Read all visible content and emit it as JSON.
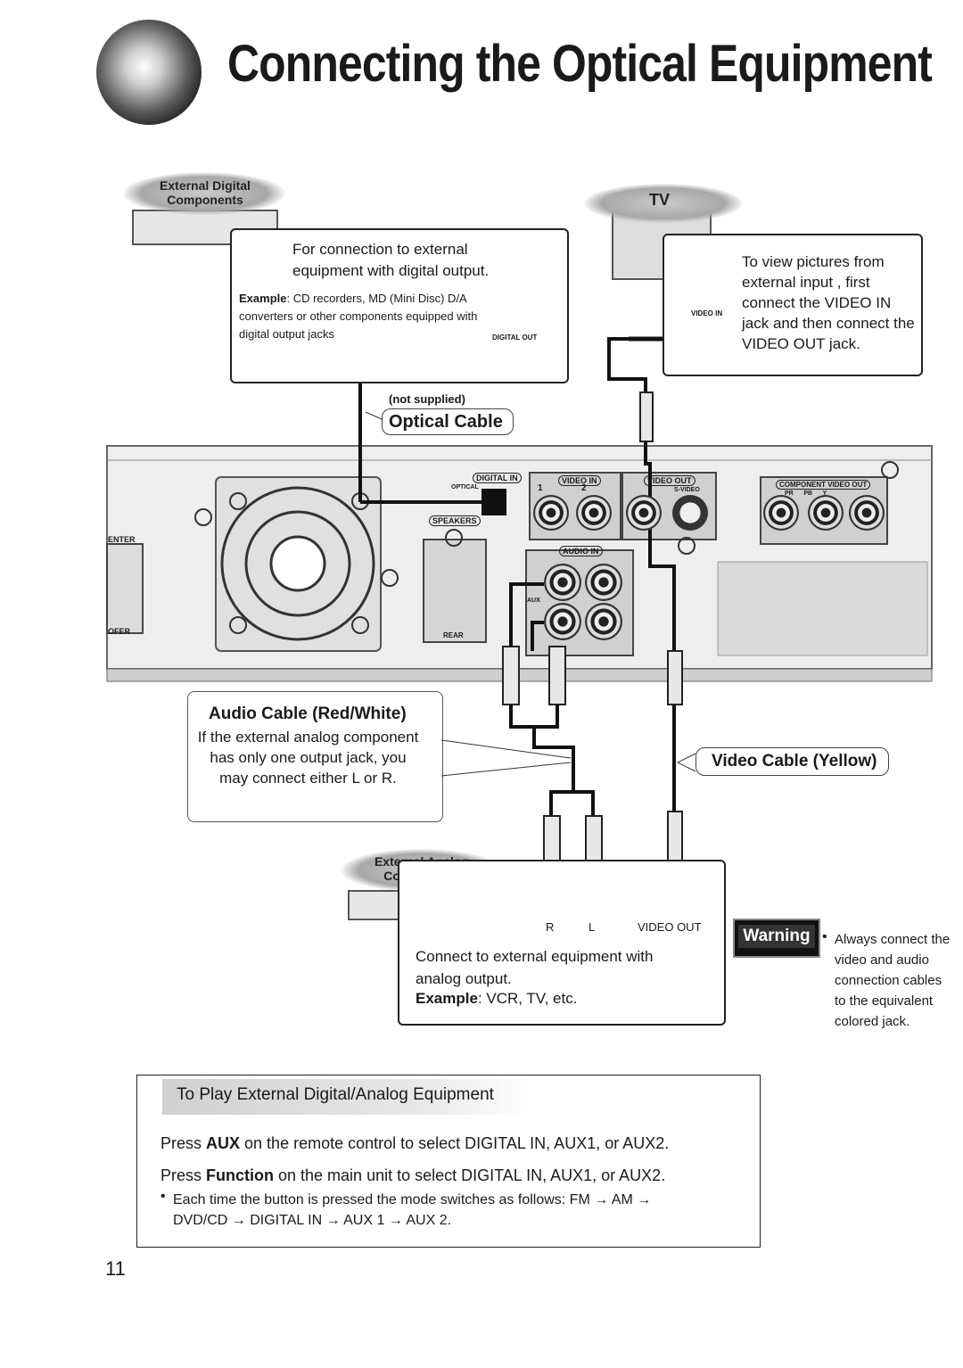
{
  "page": {
    "title": "Connecting the Optical Equipment",
    "page_number": "11"
  },
  "external_digital": {
    "tag": "External Digital Components",
    "description": "For connection to external equipment with digital output.",
    "example_label": "Example",
    "example_text": ": CD recorders, MD (Mini Disc) D/A converters or other components equipped with digital output jacks",
    "jack_label": "DIGITAL OUT"
  },
  "tv": {
    "tag": "TV",
    "jack_label": "VIDEO IN",
    "instruction": "To view pictures from external input , first connect the VIDEO IN jack and then connect the VIDEO OUT jack."
  },
  "optical_cable": {
    "note": "(not supplied)",
    "label": "Optical Cable"
  },
  "unit_panel": {
    "digital_in": "DIGITAL IN",
    "optical": "OPTICAL",
    "video_in": "VIDEO IN",
    "video_out": "VIDEO OUT",
    "s_video": "S-VIDEO",
    "component_video_out": "COMPONENT VIDEO OUT",
    "component_sub": "PR      PB      Y",
    "speakers": "SPEAKERS",
    "audio_in": "AUDIO IN",
    "aux": "AUX",
    "rear": "REAR",
    "center_label": "ENTER",
    "woofer_label": "OFER",
    "num1": "1",
    "num2": "2"
  },
  "audio_cable": {
    "label": "Audio Cable (Red/White)",
    "note": "If the external analog component has only one output jack, you may connect either L or R."
  },
  "video_cable": {
    "label": "Video Cable (Yellow)"
  },
  "external_analog": {
    "tag": "External Analog Components",
    "jack_r": "R",
    "jack_l": "L",
    "jack_video_out": "VIDEO OUT",
    "description": "Connect to external equipment with analog output.",
    "example_label": "Example",
    "example_text": ": VCR, TV, etc."
  },
  "warning": {
    "badge": "Warning",
    "text": "Always connect the video and audio connection cables to the equivalent colored jack."
  },
  "play_box": {
    "header": "To Play External Digital/Analog Equipment",
    "line1_pre": "Press ",
    "line1_key": "AUX",
    "line1_post": " on the remote control to select DIGITAL IN, AUX1, or AUX2.",
    "line2_pre": "Press ",
    "line2_key": "Function",
    "line2_post": " on the main unit to select DIGITAL IN, AUX1, or AUX2.",
    "bullet": "Each time the button is pressed the mode switches as follows: FM → AM → DVD/CD → DIGITAL IN → AUX 1 → AUX 2."
  }
}
